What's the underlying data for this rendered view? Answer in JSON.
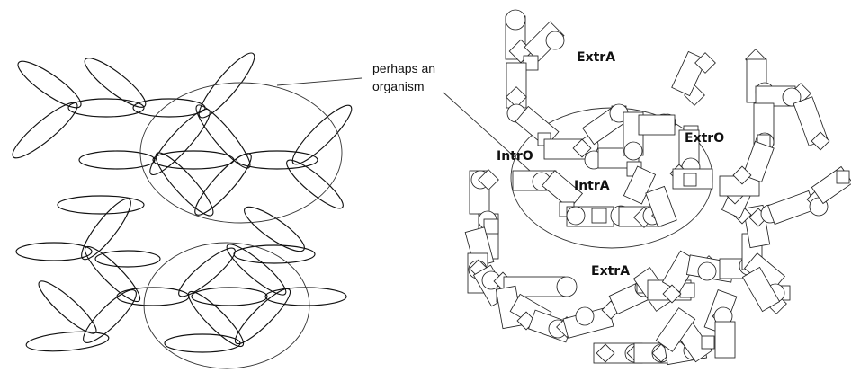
{
  "annotation": {
    "line1": "perhaps an",
    "line2": "organism"
  },
  "regions": {
    "extra_top": "ExtrA",
    "extra_other": "ExtrO",
    "intra_other": "IntrO",
    "intra": "IntrA",
    "extra_bottom": "ExtrA"
  }
}
